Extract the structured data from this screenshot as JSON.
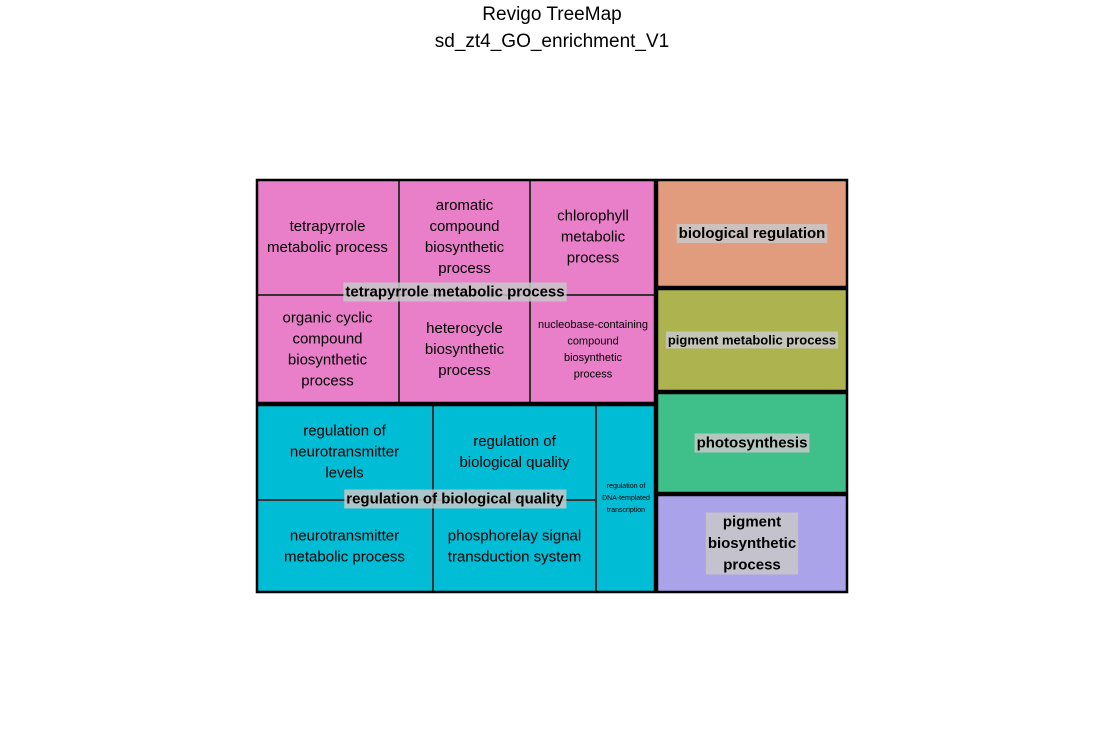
{
  "header": {
    "title": "Revigo TreeMap",
    "subtitle": "sd_zt4_GO_enrichment_V1"
  },
  "chart_data": {
    "type": "treemap",
    "groups": [
      {
        "name": "tetrapyrrole metabolic process",
        "color": "#e97fc9",
        "terms": [
          {
            "label": "tetrapyrrole metabolic process",
            "lines": [
              "tetrapyrrole",
              "metabolic process"
            ]
          },
          {
            "label": "aromatic compound biosynthetic process",
            "lines": [
              "aromatic",
              "compound",
              "biosynthetic",
              "process"
            ]
          },
          {
            "label": "chlorophyll metabolic process",
            "lines": [
              "chlorophyll",
              "metabolic",
              "process"
            ]
          },
          {
            "label": "organic cyclic compound biosynthetic process",
            "lines": [
              "organic cyclic",
              "compound",
              "biosynthetic",
              "process"
            ]
          },
          {
            "label": "heterocycle biosynthetic process",
            "lines": [
              "heterocycle",
              "biosynthetic",
              "process"
            ]
          },
          {
            "label": "nucleobase-containing compound biosynthetic process",
            "lines": [
              "nucleobase-containing",
              "compound",
              "biosynthetic",
              "process"
            ]
          }
        ]
      },
      {
        "name": "regulation of biological quality",
        "color": "#00bcd4",
        "terms": [
          {
            "label": "regulation of neurotransmitter levels",
            "lines": [
              "regulation of",
              "neurotransmitter",
              "levels"
            ]
          },
          {
            "label": "regulation of biological quality",
            "lines": [
              "regulation of",
              "biological quality"
            ]
          },
          {
            "label": "regulation of DNA-templated transcription",
            "lines": [
              "regulation of",
              "DNA-templated",
              "transcription"
            ]
          },
          {
            "label": "neurotransmitter metabolic process",
            "lines": [
              "neurotransmitter",
              "metabolic process"
            ]
          },
          {
            "label": "phosphorelay signal transduction system",
            "lines": [
              "phosphorelay signal",
              "transduction system"
            ]
          }
        ]
      },
      {
        "name": "biological regulation",
        "color": "#e09c7c",
        "lines": [
          "biological regulation"
        ],
        "terms": []
      },
      {
        "name": "pigment metabolic process",
        "color": "#adb44f",
        "lines": [
          "pigment metabolic process"
        ],
        "terms": []
      },
      {
        "name": "photosynthesis",
        "color": "#3fc08a",
        "lines": [
          "photosynthesis"
        ],
        "terms": []
      },
      {
        "name": "pigment biosynthetic process",
        "color": "#aba3e9",
        "lines": [
          "pigment",
          "biosynthetic",
          "process"
        ],
        "terms": []
      }
    ]
  }
}
